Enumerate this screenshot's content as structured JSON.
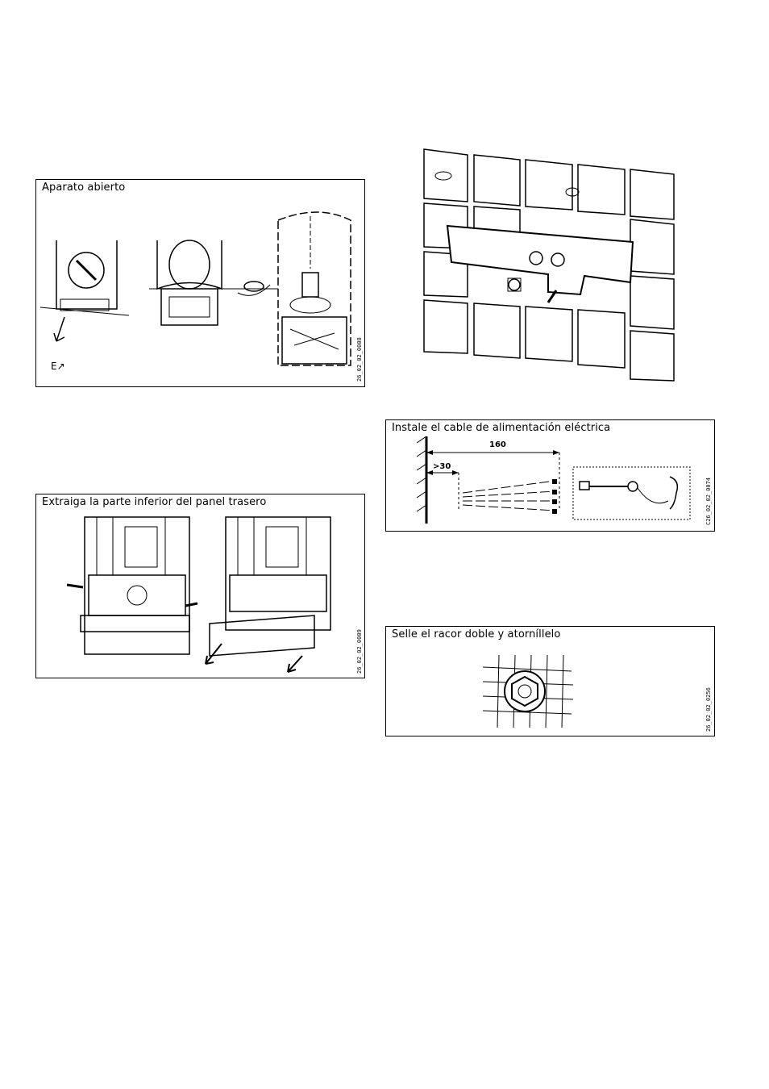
{
  "panels": {
    "aparato": {
      "title": "Aparato abierto",
      "code": "26_02_02_0008"
    },
    "extraiga": {
      "title": "Extraiga la parte inferior del panel trasero",
      "code": "26_02_02_0009"
    },
    "cable": {
      "title": "Instale el cable de alimentación eléctrica",
      "code": "C26_02_02_0074",
      "dim_160": "160",
      "dim_30": ">30"
    },
    "selle": {
      "title": "Selle el racor doble y atorníllelo",
      "code": "26_02_02_0256"
    }
  }
}
